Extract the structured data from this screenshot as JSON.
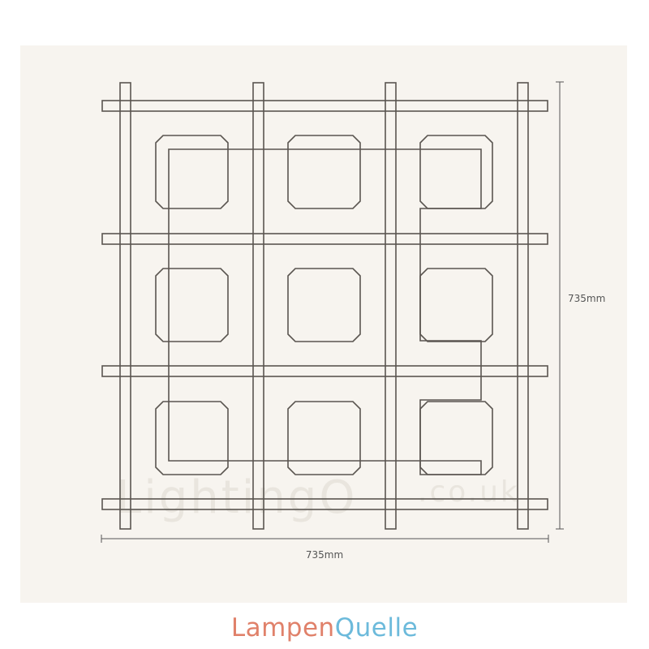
{
  "dimensions": {
    "width_label": "735mm",
    "height_label": "735mm"
  },
  "watermark": {
    "main": "LightingO",
    "suffix": ".co.uk"
  },
  "brand": {
    "part1": "Lampen",
    "part2": "Quelle",
    "color_part1": "#e0816a",
    "color_part2": "#6cbadb"
  },
  "colors": {
    "line": "#5a5550",
    "background": "#f7f4ef"
  }
}
